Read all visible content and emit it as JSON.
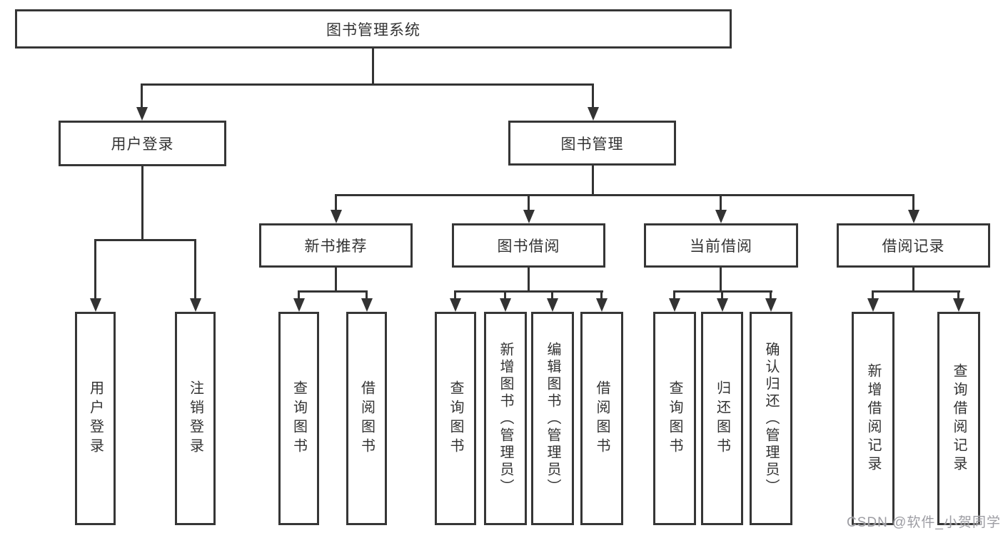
{
  "diagram": {
    "root_label": "图书管理系统",
    "branches": {
      "user": {
        "label": "用户登录",
        "children": [
          "用户登录",
          "注销登录"
        ]
      },
      "book": {
        "label": "图书管理",
        "sections": [
          {
            "label": "新书推荐",
            "children": [
              "查询图书",
              "借阅图书"
            ]
          },
          {
            "label": "图书借阅",
            "children": [
              "查询图书",
              "新增图书（管理员）",
              "编辑图书（管理员）",
              "借阅图书"
            ]
          },
          {
            "label": "当前借阅",
            "children": [
              "查询图书",
              "归还图书",
              "确认归还（管理员）"
            ]
          },
          {
            "label": "借阅记录",
            "children": [
              "新增借阅记录",
              "查询借阅记录"
            ]
          }
        ]
      }
    }
  },
  "watermark": {
    "text": "CSDN @软件_小贺同学",
    "color": "#98989e"
  },
  "colors": {
    "line": "#333333",
    "box_border": "#363636",
    "box_fill": "#ffffff",
    "text": "#333333",
    "background": "#ffffff"
  }
}
